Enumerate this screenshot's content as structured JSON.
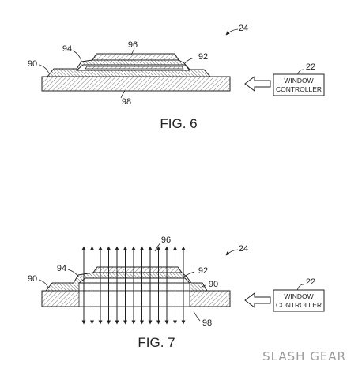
{
  "figure6": {
    "caption": "FIG. 6",
    "ref_system": "24",
    "ref_substrate": "98",
    "ref_left_layer": "90",
    "ref_coating": "94",
    "ref_top": "96",
    "ref_right": "92",
    "controller_ref": "22",
    "controller_line1": "WINDOW",
    "controller_line2": "CONTROLLER"
  },
  "figure7": {
    "caption": "FIG. 7",
    "ref_system": "24",
    "ref_substrate": "98",
    "ref_left_layer": "90",
    "ref_right_layer": "90",
    "ref_coating": "94",
    "ref_top": "96",
    "ref_right": "92",
    "controller_ref": "22",
    "controller_line1": "WINDOW",
    "controller_line2": "CONTROLLER",
    "light_arrow_count": 13
  },
  "watermark": "SLASH GEAR"
}
